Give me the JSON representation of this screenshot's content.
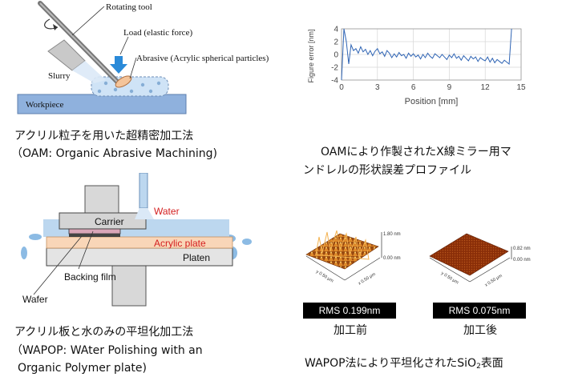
{
  "oam_diagram": {
    "rotating_tool": "Rotating tool",
    "load": "Load (elastic force)",
    "abrasive": "Abrasive (Acrylic spherical particles)",
    "slurry": "Slurry",
    "workpiece": "Workpiece"
  },
  "oam_caption": {
    "line1": "アクリル粒子を用いた超精密加工法",
    "line2": "（OAM: Organic Abrasive Machining)"
  },
  "plot_caption": {
    "line1": "OAMにより作製されたX線ミラー用マ",
    "line2": "ンドレルの形状誤差プロファイル"
  },
  "wapop_diagram": {
    "carrier": "Carrier",
    "water": "Water",
    "acrylic_plate": "Acrylic plate",
    "platen": "Platen",
    "backing_film": "Backing film",
    "wafer": "Wafer",
    "colors": {
      "water_label": "#d42020",
      "acrylic_label": "#d42020",
      "acrylic_fill": "#f9d6b8",
      "water_fill": "#bcd7ef",
      "backing": "#d9a6b8"
    }
  },
  "wapop_caption": {
    "line1": "アクリル板と水のみの平坦化加工法",
    "line2": "（WAPOP: WAter Polishing with an",
    "line3": "Organic Polymer plate)"
  },
  "afm": {
    "left": {
      "rms": "RMS   0.199nm",
      "label": "加工前",
      "z_top": "1.80 nm",
      "z_bottom": "0.00 nm",
      "axis_y": "y  0.50 μm",
      "axis_x": "x  0.50 μm"
    },
    "right": {
      "rms": "RMS 0.075nm",
      "label": "加工後",
      "z_top": "0.82 nm",
      "z_bottom": "0.00 nm",
      "axis_y": "y  0.50 μm",
      "axis_x": "x  0.50 μm"
    },
    "caption_main": "WAPOP法により平坦化されたSiO",
    "caption_sub": "2",
    "caption_end": "表面"
  },
  "chart_data": {
    "type": "line",
    "title": "",
    "xlabel": "Position [mm]",
    "ylabel": "Figure error [nm]",
    "xlim": [
      0,
      15
    ],
    "ylim": [
      -4,
      4
    ],
    "xticks": [
      "0",
      "3",
      "6",
      "9",
      "12",
      "15"
    ],
    "yticks": [
      "4",
      "2",
      "0",
      "-2",
      "-4"
    ],
    "grid": true,
    "series": [
      {
        "x": [
          0.0,
          0.2,
          0.4,
          0.6,
          0.8,
          1.0,
          1.2,
          1.4,
          1.6,
          1.8,
          2.0,
          2.2,
          2.4,
          2.6,
          2.8,
          3.0,
          3.2,
          3.4,
          3.6,
          3.8,
          4.0,
          4.2,
          4.4,
          4.6,
          4.8,
          5.0,
          5.2,
          5.4,
          5.6,
          5.8,
          6.0,
          6.2,
          6.4,
          6.6,
          6.8,
          7.0,
          7.2,
          7.4,
          7.6,
          7.8,
          8.0,
          8.2,
          8.4,
          8.6,
          8.8,
          9.0,
          9.2,
          9.4,
          9.6,
          9.8,
          10.0,
          10.2,
          10.4,
          10.6,
          10.8,
          11.0,
          11.2,
          11.4,
          11.6,
          11.8,
          12.0,
          12.2,
          12.4,
          12.6,
          12.8,
          13.0,
          13.2,
          13.4,
          13.6,
          13.8,
          14.0,
          14.2
        ],
        "y": [
          -4.0,
          4.0,
          2.0,
          -1.5,
          1.5,
          0.6,
          0.9,
          0.2,
          1.2,
          0.4,
          0.8,
          0.0,
          0.6,
          -0.2,
          0.5,
          0.9,
          0.1,
          0.4,
          -0.3,
          0.6,
          0.2,
          -0.5,
          0.1,
          -0.4,
          0.3,
          -0.2,
          0.0,
          -0.6,
          0.2,
          -0.3,
          0.1,
          -0.4,
          -0.1,
          -0.7,
          0.0,
          -0.5,
          0.2,
          -0.3,
          -0.6,
          0.1,
          -0.2,
          -0.5,
          0.0,
          -0.4,
          -0.8,
          -0.1,
          -0.5,
          0.1,
          -0.6,
          -0.3,
          -0.9,
          -0.2,
          -0.6,
          -1.0,
          -0.3,
          -0.7,
          -0.4,
          -1.1,
          -0.5,
          -0.8,
          -1.0,
          -0.4,
          -1.2,
          -0.6,
          -1.3,
          -0.8,
          -1.1,
          -1.4,
          -0.9,
          -1.2,
          -1.5,
          4.0
        ]
      }
    ]
  }
}
